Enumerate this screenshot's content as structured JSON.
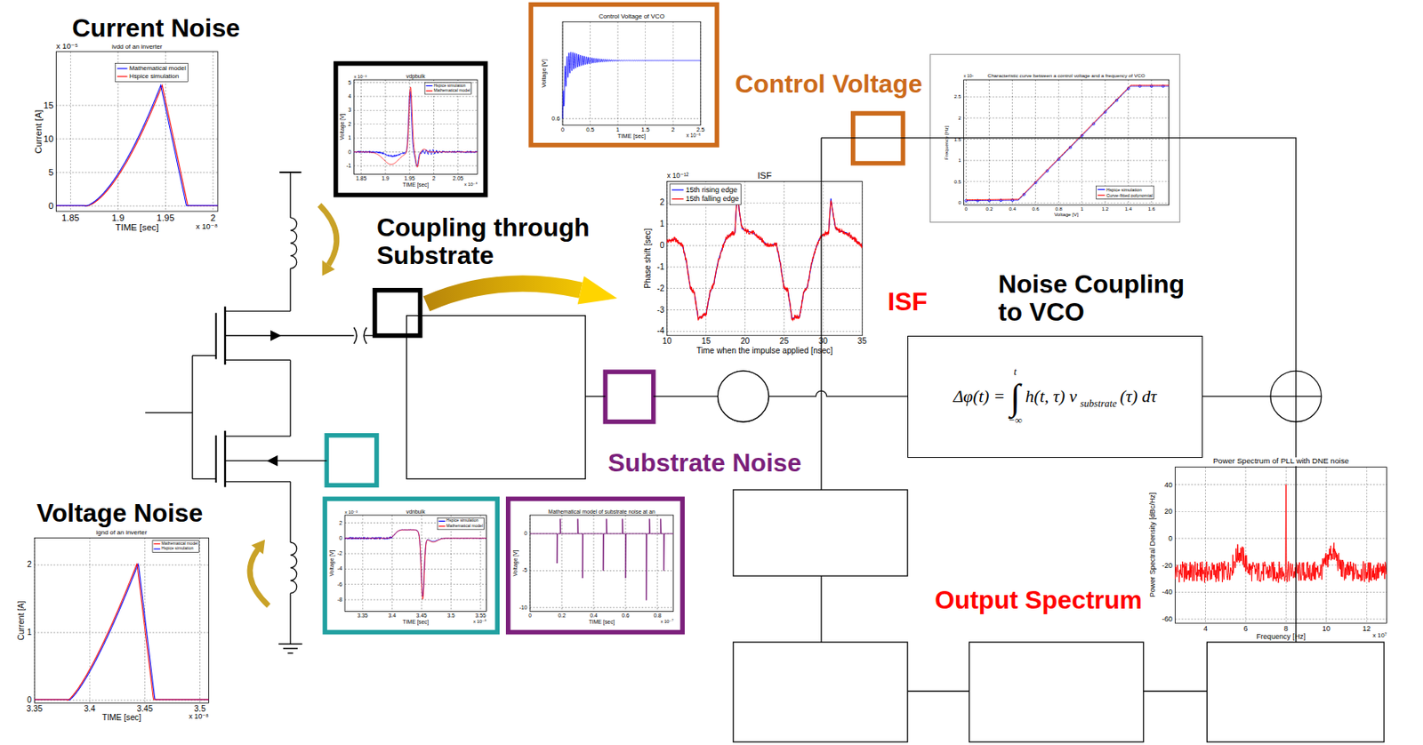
{
  "diagram": {
    "nodes": [
      {
        "text": [
          "Δφ(t) =",
          "∫",
          "t",
          "−∞",
          "h(t, τ) v",
          "substrate",
          "(τ) dτ"
        ]
      }
    ],
    "labels": [
      "Current Noise",
      "Voltage Noise",
      "Coupling through Substrate",
      "Control Voltage",
      "ISF",
      "Noise Coupling to VCO",
      "Substrate Noise",
      "Output Spectrum",
      "ivdd of an inverter",
      "1.85",
      "1.9",
      "1.95",
      "2",
      "0",
      "5",
      "10",
      "15",
      "TIME [sec]",
      "Current [A]",
      "x 10⁻⁵",
      "x 10⁻⁸",
      "ignd of an inverter",
      "3.35",
      "3.4",
      "3.45",
      "3.5",
      "0",
      "1",
      "2",
      "TIME [sec]",
      "Current [A]",
      "x 10⁻⁸",
      "vdpbulk",
      "1.85",
      "1.9",
      "1.95",
      "2",
      "2.05",
      "-1",
      "0",
      "1",
      "2",
      "3",
      "4",
      "5",
      "TIME [sec]",
      "Voltage [V]",
      "x 10⁻³",
      "x 10⁻⁸",
      "vdnbulk",
      "3.35",
      "3.4",
      "3.45",
      "3.5",
      "3.55",
      "-8",
      "-6",
      "-4",
      "-2",
      "0",
      "2",
      "TIME [sec]",
      "Voltage [V]",
      "x 10⁻³",
      "x 10⁻⁸",
      "Mathematical model of substrate noise at an",
      "0",
      "0.2",
      "0.4",
      "0.6",
      "0.8",
      "-10",
      "-5",
      "0",
      "TIME [sec]",
      "Voltage [V]",
      "x 10⁻⁷",
      "Control Voltage of VCO",
      "0",
      "0.5",
      "1",
      "1.5",
      "2",
      "2.5",
      "0.6",
      "TIME [sec]",
      "Voltage [V]",
      "x 10⁻⁵",
      "Characteristic curve between a control voltage and a frequency of VCO",
      "0",
      "0.2",
      "0.4",
      "0.6",
      "0.8",
      "1",
      "1.2",
      "1.4",
      "1.6",
      "0",
      "0.5",
      "1",
      "1.5",
      "2",
      "2.5",
      "Voltage [V]",
      "Frequency [Hz]",
      "x 10⁸",
      "ISF",
      "10",
      "15",
      "20",
      "25",
      "30",
      "35",
      "-4",
      "-3",
      "-2",
      "-1",
      "0",
      "1",
      "2",
      "Time when the impulse applied [nsec]",
      "Phase shift [sec]",
      "x 10⁻¹²",
      "Power Spectrum of PLL with DNE noise",
      "4",
      "6",
      "8",
      "10",
      "12",
      "-60",
      "-40",
      "-20",
      "0",
      "20",
      "40",
      "Frequency [Hz]",
      "Power Spectral Density [dBc/Hz]",
      "x 10⁷"
    ],
    "legend": [
      {
        "text": "Mathematical model"
      },
      {
        "text": "Hspice simulation"
      },
      {
        "text": "Mathematical model"
      },
      {
        "text": "Hspice simulation"
      },
      {
        "text": "Hspice simulation"
      },
      {
        "text": "Mathematical model"
      },
      {
        "text": "Hspice simulation"
      },
      {
        "text": "Mathematical model"
      },
      {
        "text": "Hspice simulation"
      },
      {
        "text": "Curve-fitted polynomial"
      },
      {
        "text": "15th rising edge"
      },
      {
        "text": "15th falling edge"
      }
    ]
  }
}
